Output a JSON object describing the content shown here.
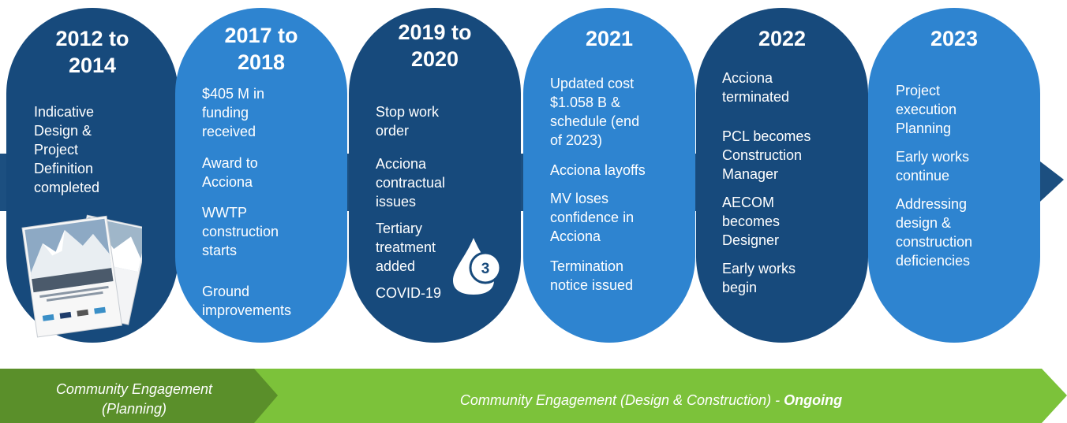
{
  "periods": [
    {
      "year": "2012 to\n2014",
      "items": [
        "Indicative\nDesign &\nProject\nDefinition\ncompleted"
      ]
    },
    {
      "year": "2017 to\n2018",
      "items": [
        "$405 M in\nfunding\nreceived",
        "Award to\nAcciona",
        "WWTP\nconstruction\nstarts",
        "Ground\nimprovements"
      ]
    },
    {
      "year": "2019 to\n2020",
      "items": [
        "Stop work\norder",
        "Acciona\ncontractual\nissues",
        "Tertiary\ntreatment\nadded",
        "COVID-19"
      ]
    },
    {
      "year": "2021",
      "items": [
        "Updated cost\n$1.058 B &\nschedule (end\nof 2023)",
        "Acciona layoffs",
        "MV loses\nconfidence in\nAcciona",
        "Termination\nnotice issued"
      ]
    },
    {
      "year": "2022",
      "items": [
        "Acciona\nterminated",
        "PCL becomes\nConstruction\nManager",
        "AECOM\nbecomes\nDesigner",
        "Early works\nbegin"
      ]
    },
    {
      "year": "2023",
      "items": [
        "Project\nexecution\nPlanning",
        "Early works\ncontinue",
        "Addressing\ndesign &\nconstruction\ndeficiencies"
      ]
    }
  ],
  "tertiary_badge": "3",
  "engagement": {
    "planning": "Community Engagement\n(Planning)",
    "ongoing_prefix": "Community Engagement (Design & Construction) - ",
    "ongoing_emphasis": "Ongoing"
  },
  "colors": {
    "dark_pill": "#174a7c",
    "light_pill": "#2e84d0",
    "arrow": "#1c4f80",
    "band_dark_green": "#5a8f2a",
    "band_light_green": "#7cc23a"
  }
}
